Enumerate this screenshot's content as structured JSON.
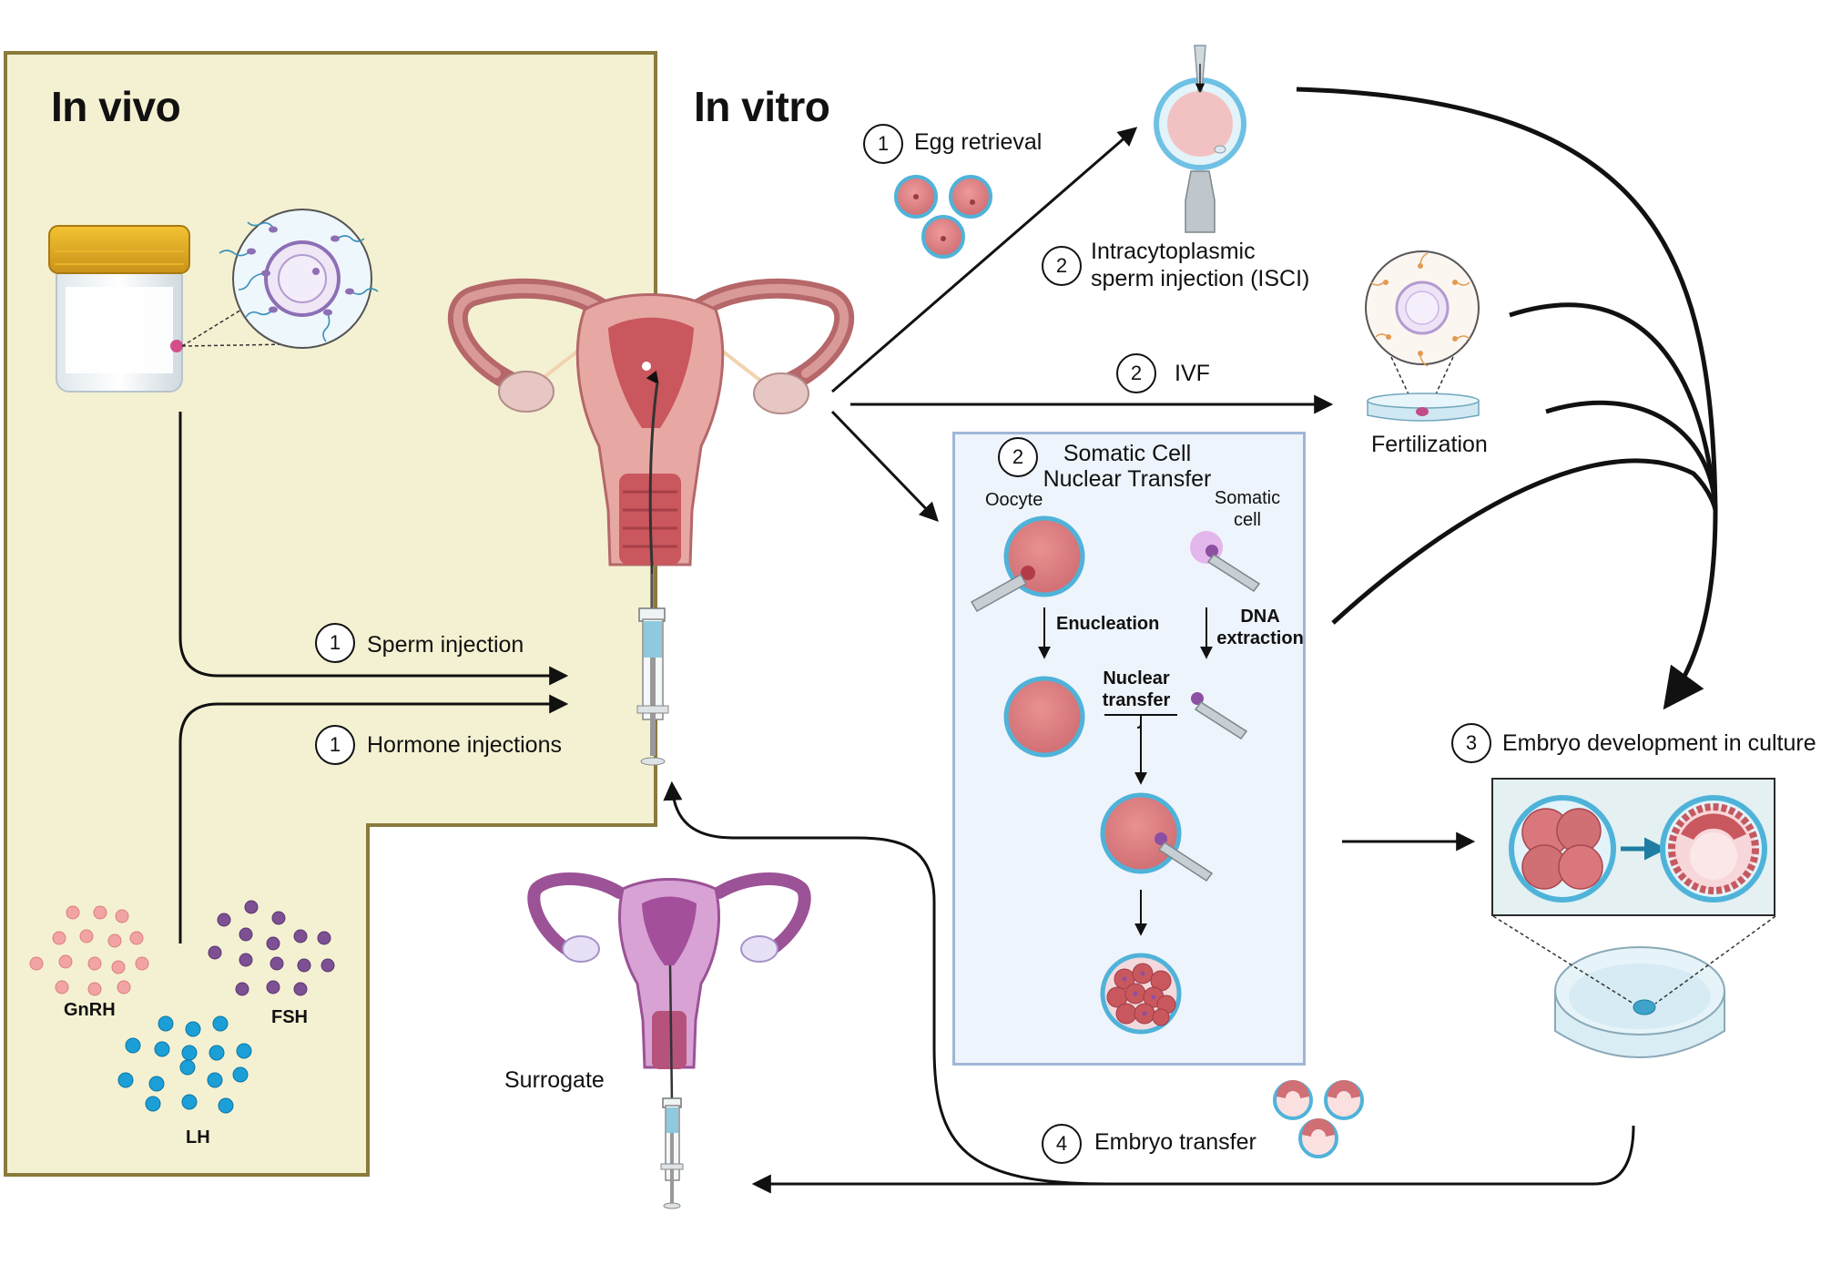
{
  "sections": {
    "in_vivo_title": "In vivo",
    "in_vitro_title": "In vitro"
  },
  "steps": {
    "sperm_injection": {
      "number": "1",
      "label": "Sperm injection"
    },
    "hormone_injections": {
      "number": "1",
      "label": "Hormone injections"
    },
    "egg_retrieval": {
      "number": "1",
      "label": "Egg retrieval"
    },
    "icsi": {
      "number": "2",
      "label_line1": "Intracytoplasmic",
      "label_line2": "sperm injection (ISCI)"
    },
    "ivf": {
      "number": "2",
      "label": "IVF"
    },
    "scnt": {
      "number": "2",
      "label_line1": "Somatic Cell",
      "label_line2": "Nuclear Transfer"
    },
    "embryo_development": {
      "number": "3",
      "label": "Embryo development in culture"
    },
    "embryo_transfer": {
      "number": "4",
      "label": "Embryo transfer"
    }
  },
  "labels": {
    "fertilization": "Fertilization",
    "surrogate": "Surrogate",
    "oocyte": "Oocyte",
    "somatic_cell_line1": "Somatic",
    "somatic_cell_line2": "cell",
    "enucleation": "Enucleation",
    "dna_extraction_line1": "DNA",
    "dna_extraction_line2": "extraction",
    "nuclear_transfer_line1": "Nuclear",
    "nuclear_transfer_line2": "transfer"
  },
  "hormones": [
    "GnRH",
    "FSH",
    "LH"
  ],
  "colors": {
    "in_vivo_fill": "#f4f1d2",
    "in_vivo_border": "#8a7a3c",
    "gnrh": "#f2a3a3",
    "fsh": "#7d4f93",
    "lh": "#1b9fd6",
    "cell_pink": "#d9777c",
    "cell_ring": "#4fb3d9",
    "uterus": "#c87a7a",
    "surrogate_uterus": "#b06aa8",
    "arrow": "#111111"
  }
}
